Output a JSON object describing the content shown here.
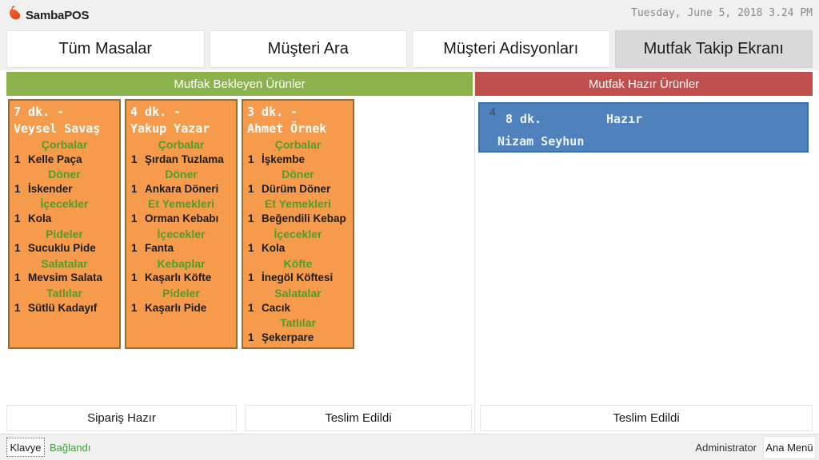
{
  "topbar": {
    "brand": "SambaPOS",
    "datetime": "Tuesday, June 5, 2018 3.24 PM"
  },
  "nav": {
    "tabs": [
      {
        "label": "Tüm Masalar",
        "active": false
      },
      {
        "label": "Müşteri Ara",
        "active": false
      },
      {
        "label": "Müşteri Adisyonları",
        "active": false
      },
      {
        "label": "Mutfak Takip Ekranı",
        "active": true
      }
    ]
  },
  "panels": {
    "waiting": {
      "title": "Mutfak Bekleyen Ürünler"
    },
    "ready": {
      "title": "Mutfak Hazır Ürünler"
    }
  },
  "waiting_orders": [
    {
      "wait": "7 dk. -",
      "customer": "Veysel Savaş",
      "lines": [
        {
          "category": "Çorbalar"
        },
        {
          "qty": "1",
          "name": "Kelle Paça"
        },
        {
          "category": "Döner"
        },
        {
          "qty": "1",
          "name": "İskender"
        },
        {
          "category": "İçecekler"
        },
        {
          "qty": "1",
          "name": "Kola"
        },
        {
          "category": "Pideler"
        },
        {
          "qty": "1",
          "name": "Sucuklu Pide"
        },
        {
          "category": "Salatalar"
        },
        {
          "qty": "1",
          "name": "Mevsim Salata"
        },
        {
          "category": "Tatlılar"
        },
        {
          "qty": "1",
          "name": "Sütlü Kadayıf"
        }
      ]
    },
    {
      "wait": "4 dk. -",
      "customer": "Yakup Yazar",
      "lines": [
        {
          "category": "Çorbalar"
        },
        {
          "qty": "1",
          "name": "Şırdan Tuzlama"
        },
        {
          "category": "Döner"
        },
        {
          "qty": "1",
          "name": "Ankara Döneri"
        },
        {
          "category": "Et Yemekleri"
        },
        {
          "qty": "1",
          "name": "Orman Kebabı"
        },
        {
          "category": "İçecekler"
        },
        {
          "qty": "1",
          "name": "Fanta"
        },
        {
          "category": "Kebaplar"
        },
        {
          "qty": "1",
          "name": "Kaşarlı Köfte"
        },
        {
          "category": "Pideler"
        },
        {
          "qty": "1",
          "name": "Kaşarlı Pide"
        }
      ]
    },
    {
      "wait": "3 dk. -",
      "customer": "Ahmet Örnek",
      "lines": [
        {
          "category": "Çorbalar"
        },
        {
          "qty": "1",
          "name": "İşkembe"
        },
        {
          "category": "Döner"
        },
        {
          "qty": "1",
          "name": "Dürüm Döner"
        },
        {
          "category": "Et Yemekleri"
        },
        {
          "qty": "1",
          "name": "Beğendili Kebap"
        },
        {
          "category": "İçecekler"
        },
        {
          "qty": "1",
          "name": "Kola"
        },
        {
          "category": "Köfte"
        },
        {
          "qty": "1",
          "name": "İnegöl Köftesi"
        },
        {
          "category": "Salatalar"
        },
        {
          "qty": "1",
          "name": "Cacık"
        },
        {
          "category": "Tatlılar"
        },
        {
          "qty": "1",
          "name": "Şekerpare"
        }
      ]
    }
  ],
  "ready_orders": [
    {
      "badge": "4",
      "wait": "8 dk.",
      "status": "Hazır",
      "customer": "Nizam Seyhun"
    }
  ],
  "footer": {
    "order_ready": "Sipariş Hazır",
    "delivered_left": "Teslim Edildi",
    "delivered_right": "Teslim Edildi"
  },
  "statusbar": {
    "keyboard_label": "Klavye",
    "connection_status": "Bağlandı",
    "user": "Administrator",
    "main_menu_label": "Ana Menü"
  },
  "colors": {
    "waiting_header_bg": "#8cb24c",
    "ready_header_bg": "#c0504d",
    "waiting_card_bg": "#f59b4b",
    "waiting_card_border": "#7e744b",
    "ready_card_bg": "#4f81bd",
    "ready_card_border": "#3a6ea5",
    "category_text": "#4f9e27",
    "active_tab_bg": "#d9d9d9",
    "connected_text": "#3f9e3f"
  }
}
